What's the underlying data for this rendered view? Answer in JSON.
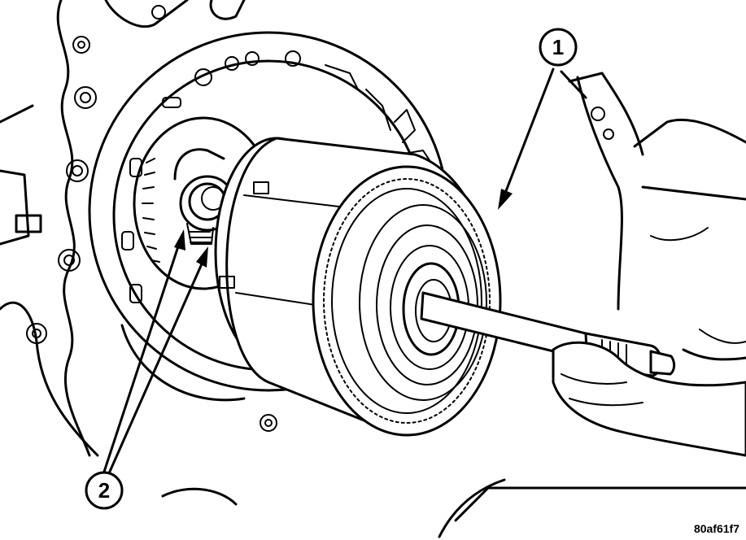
{
  "callouts": [
    {
      "label": "1",
      "name": "callout-1"
    },
    {
      "label": "2",
      "name": "callout-2"
    }
  ],
  "figure_code": "80af61f7",
  "colors": {
    "ink": "#000000",
    "paper": "#ffffff"
  }
}
